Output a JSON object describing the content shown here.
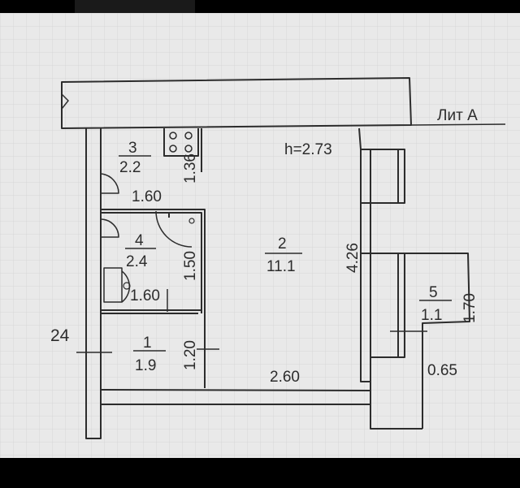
{
  "plan": {
    "building_label": "Лит А",
    "ceiling_height": "h=2.73",
    "outside_dimension": "24",
    "rooms": [
      {
        "number": "1",
        "area": "1.9"
      },
      {
        "number": "2",
        "area": "11.1"
      },
      {
        "number": "3",
        "area": "2.2"
      },
      {
        "number": "4",
        "area": "2.4"
      },
      {
        "number": "5",
        "area": "1.1"
      }
    ],
    "dimensions": {
      "kitchen_vertical": "1.36",
      "kitchen_width": "1.60",
      "bath_vertical": "1.50",
      "bath_width": "1.60",
      "hall_vertical": "1.20",
      "room_width": "2.60",
      "room_length": "4.26",
      "balcony_height": "1.70",
      "balcony_width": "0.65"
    }
  },
  "colors": {
    "paper": "#e9e9e9",
    "grid": "#cfcfd2",
    "ink": "#2c2c2c",
    "frame": "#000000"
  }
}
